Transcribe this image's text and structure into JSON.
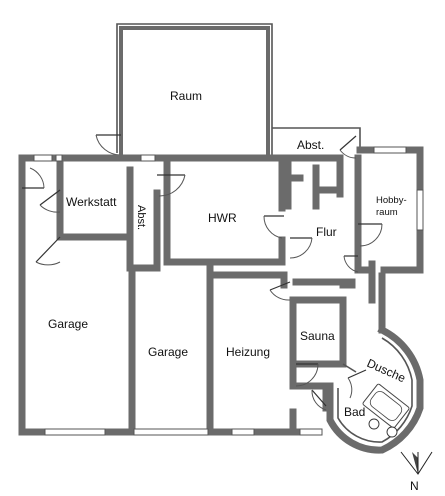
{
  "rooms": {
    "raum": "Raum",
    "abst_top": "Abst.",
    "werkstatt": "Werkstatt",
    "abst_side": "Abst.",
    "hwr": "HWR",
    "flur": "Flur",
    "hobby_line1": "Hobby-",
    "hobby_line2": "raum",
    "garage_left": "Garage",
    "garage_mid": "Garage",
    "heizung": "Heizung",
    "sauna": "Sauna",
    "dusche": "Dusche",
    "bad": "Bad"
  },
  "compass": {
    "label": "N"
  }
}
